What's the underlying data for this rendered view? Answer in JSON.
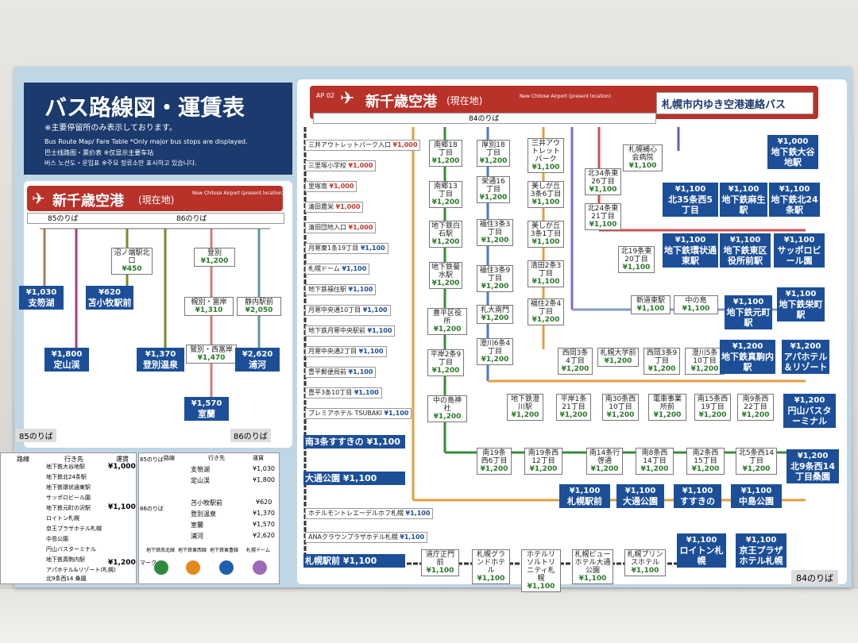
{
  "title": {
    "jp": "バス路線図・運賃表",
    "note": "※主要停留所のみ表示しております。",
    "en": "Bus Route Map/ Fare Table *Only major bus stops are displayed.",
    "zh": "巴士线路图・票价表 ※仅显示主要车站",
    "ko": "버스 노선도・운임표 ※주요 정류소만 표시하고 있습니다."
  },
  "left_origin": {
    "name": "新千歳空港",
    "sub": "(現在地)",
    "en": "New Chitose Airport (present location)",
    "platforms": [
      "85のりば",
      "86のりば"
    ]
  },
  "left_dest": [
    {
      "name": "支笏湖",
      "fare": "¥1,030"
    },
    {
      "name": "定山渓",
      "fare": "¥1,800"
    },
    {
      "name": "苫小牧駅前",
      "fare": "¥620"
    },
    {
      "name": "登別温泉",
      "fare": "¥1,370"
    },
    {
      "name": "室蘭",
      "fare": "¥1,570"
    },
    {
      "name": "浦河",
      "fare": "¥2,620"
    }
  ],
  "left_stops": [
    {
      "name": "沼ノ端駅北口",
      "fare": "¥450"
    },
    {
      "name": "登別",
      "fare": "¥1,200"
    },
    {
      "name": "幌別・富岸",
      "fare": "¥1,310"
    },
    {
      "name": "静内駅前",
      "fare": "¥2,050"
    },
    {
      "name": "鷲別・西富岸",
      "fare": "¥1,470"
    }
  ],
  "main_origin": {
    "code": "AP 02",
    "name": "新千歳空港",
    "sub": "(現在地)",
    "platform": "84のりば",
    "en": "New Chitose Airport (present location)"
  },
  "bus_title": "札幌市内ゆき空港連絡バス",
  "list_stops": [
    {
      "name": "三井アウトレットパーク入口",
      "fare": "¥1,000"
    },
    {
      "name": "三里塚小学校",
      "fare": "¥1,000"
    },
    {
      "name": "里塚南",
      "fare": "¥1,000"
    },
    {
      "name": "清田農栄",
      "fare": "¥1,000"
    },
    {
      "name": "清田団地入口",
      "fare": "¥1,000"
    },
    {
      "name": "月寒東1条19丁目",
      "fare": "¥1,100"
    },
    {
      "name": "札幌ドーム",
      "fare": "¥1,100"
    },
    {
      "name": "地下鉄福住駅",
      "fare": "¥1,100"
    },
    {
      "name": "月寒中央通10丁目",
      "fare": "¥1,100"
    },
    {
      "name": "地下鉄月寒中央駅前",
      "fare": "¥1,100"
    },
    {
      "name": "月寒中央通2丁目",
      "fare": "¥1,100"
    },
    {
      "name": "豊平郵便局前",
      "fare": "¥1,100"
    },
    {
      "name": "豊平3条10丁目",
      "fare": "¥1,100"
    },
    {
      "name": "プレミアホテル TSUBAKI",
      "fare": "¥1,100"
    }
  ],
  "list_majors": [
    {
      "name": "南3条すすきの",
      "fare": "¥1,100"
    },
    {
      "name": "大通公園",
      "fare": "¥1,100"
    },
    {
      "name": "ホテルモントレエーデルホフ札幌",
      "fare": "¥1,100"
    },
    {
      "name": "ANAクラウンプラザホテル札幌",
      "fare": "¥1,100"
    },
    {
      "name": "札幌駅前",
      "fare": "¥1,100"
    }
  ],
  "col_stops": [
    {
      "name": "南郷18丁目",
      "fare": "¥1,200"
    },
    {
      "name": "南郷13丁目",
      "fare": "¥1,200"
    },
    {
      "name": "地下鉄白石駅",
      "fare": "¥1,200"
    },
    {
      "name": "地下鉄菊水駅",
      "fare": "¥1,200"
    },
    {
      "name": "豊平区役所",
      "fare": "¥1,200"
    },
    {
      "name": "平岸2条9丁目",
      "fare": "¥1,200"
    },
    {
      "name": "中の島神社",
      "fare": "¥1,200"
    },
    {
      "name": "厚別18丁目",
      "fare": "¥1,200"
    },
    {
      "name": "栄通16丁目",
      "fare": "¥1,200"
    },
    {
      "name": "福住3条3丁目",
      "fare": "¥1,200"
    },
    {
      "name": "福住3条9丁目",
      "fare": "¥1,200"
    },
    {
      "name": "札大南門",
      "fare": "¥1,200"
    },
    {
      "name": "澄川6条4丁目",
      "fare": "¥1,200"
    },
    {
      "name": "三井アウトレットパーク",
      "fare": "¥1,100"
    },
    {
      "name": "美しが丘3条6丁目",
      "fare": "¥1,100"
    },
    {
      "name": "美しが丘3条1丁目",
      "fare": "¥1,100"
    },
    {
      "name": "清田2条3丁目",
      "fare": "¥1,100"
    },
    {
      "name": "福住2条4丁目",
      "fare": "¥1,200"
    },
    {
      "name": "札幌補心会病院",
      "fare": "¥1,100"
    },
    {
      "name": "北34条東26丁目",
      "fare": "¥1,100"
    },
    {
      "name": "北24条東21丁目",
      "fare": "¥1,100"
    },
    {
      "name": "北19条東20丁目",
      "fare": "¥1,100"
    },
    {
      "name": "新道東駅",
      "fare": "¥1,100"
    },
    {
      "name": "中の島",
      "fare": "¥1,100"
    }
  ],
  "right_dest": [
    {
      "name": "地下鉄大谷地駅",
      "fare": "¥1,000"
    },
    {
      "name": "北35条西5丁目",
      "fare": "¥1,100"
    },
    {
      "name": "地下鉄麻生駅",
      "fare": "¥1,100"
    },
    {
      "name": "地下鉄北24条駅",
      "fare": "¥1,100"
    },
    {
      "name": "地下鉄環状通東駅",
      "fare": "¥1,100"
    },
    {
      "name": "地下鉄東区役所前駅",
      "fare": "¥1,100"
    },
    {
      "name": "サッポロビール園",
      "fare": "¥1,100"
    },
    {
      "name": "地下鉄栄町駅",
      "fare": "¥1,100"
    },
    {
      "name": "地下鉄元町駅",
      "fare": "¥1,100"
    },
    {
      "name": "地下鉄真駒内駅",
      "fare": "¥1,200"
    },
    {
      "name": "アパホテル＆リゾート",
      "fare": "¥1,200"
    },
    {
      "name": "円山バスターミナル",
      "fare": "¥1,200"
    },
    {
      "name": "北9条西14丁目桑園",
      "fare": "¥1,200"
    },
    {
      "name": "札幌駅前",
      "fare": "¥1,100"
    },
    {
      "name": "大通公園",
      "fare": "¥1,100"
    },
    {
      "name": "すすきの",
      "fare": "¥1,100"
    },
    {
      "name": "中島公園",
      "fare": "¥1,100"
    },
    {
      "name": "ロイトン札幌",
      "fare": "¥1,100"
    },
    {
      "name": "京王プラザホテル札幌",
      "fare": "¥1,100"
    }
  ],
  "bottom_stops": [
    {
      "name": "道庁正門前",
      "fare": "¥1,100"
    },
    {
      "name": "札幌グランドホテル",
      "fare": "¥1,100"
    },
    {
      "name": "ホテルリソルトリニティ札幌",
      "fare": "¥1,100"
    },
    {
      "name": "札幌ビューホテル大通公園",
      "fare": "¥1,100"
    },
    {
      "name": "札幌プリンスホテル",
      "fare": "¥1,100"
    }
  ],
  "row2_stops": [
    {
      "name": "西岡3条4丁目",
      "fare": "¥1,200"
    },
    {
      "name": "札幌大学前",
      "fare": "¥1,200"
    },
    {
      "name": "西岡3条9丁目",
      "fare": "¥1,200"
    },
    {
      "name": "澄川5条10丁目",
      "fare": "¥1,200"
    },
    {
      "name": "地下鉄澄川駅",
      "fare": "¥1,200"
    },
    {
      "name": "平岸1条21丁目",
      "fare": "¥1,200"
    },
    {
      "name": "南30条西10丁目",
      "fare": "¥1,200"
    },
    {
      "name": "電車事業所前",
      "fare": "¥1,200"
    },
    {
      "name": "南15条西19丁目",
      "fare": "¥1,200"
    },
    {
      "name": "南9条西22丁目",
      "fare": "¥1,200"
    },
    {
      "name": "南19条西6丁目",
      "fare": "¥1,200"
    },
    {
      "name": "南19条西12丁目",
      "fare": "¥1,200"
    },
    {
      "name": "南14条行啓通",
      "fare": "¥1,200"
    },
    {
      "name": "南8条西14丁目",
      "fare": "¥1,200"
    },
    {
      "name": "南2条西15丁目",
      "fare": "¥1,200"
    },
    {
      "name": "北5条西14丁目",
      "fare": "¥1,200"
    }
  ],
  "fare_table": {
    "headers": [
      "路線",
      "行き先",
      "運賃"
    ],
    "rows": [
      "地下鉄大谷地駅",
      "地下鉄北24条駅",
      "地下鉄環状通東駅",
      "サッポロビール園",
      "地下鉄元町の沢駅",
      "ロイトン札幌",
      "京王プラザホテル札幌",
      "中島公園",
      "円山バスターミナル",
      "地下鉄真駒内駅",
      "アパホテル&リゾート(札幌)",
      "北9条西14 桑園"
    ],
    "fares": [
      "¥1,000",
      "¥1,100",
      "¥1,200"
    ]
  },
  "fare_table2": {
    "p85": "85のりば",
    "p86": "86のりば",
    "headers": [
      "路線",
      "行き先",
      "運賃"
    ],
    "rows85": [
      {
        "name": "支笏湖",
        "fare": "¥1,030"
      },
      {
        "name": "定山渓",
        "fare": "¥1,800"
      }
    ],
    "rows86": [
      {
        "name": "苫小牧駅前",
        "fare": "¥620"
      },
      {
        "name": "登別温泉",
        "fare": "¥1,370"
      },
      {
        "name": "室蘭",
        "fare": "¥1,570"
      },
      {
        "name": "浦河",
        "fare": "¥2,620"
      }
    ],
    "marks_label": "マーク",
    "marks": [
      "地下鉄南北線",
      "地下鉄東西線",
      "地下鉄東豊線",
      "札幌ドーム"
    ]
  },
  "platform_84_label": "84のりば",
  "colors": {
    "navy": "#1b3a6d",
    "red": "#b8322a",
    "board": "#bfd6e4",
    "stop_blue": "#1c4f98",
    "fare_red": "#c0392b"
  }
}
